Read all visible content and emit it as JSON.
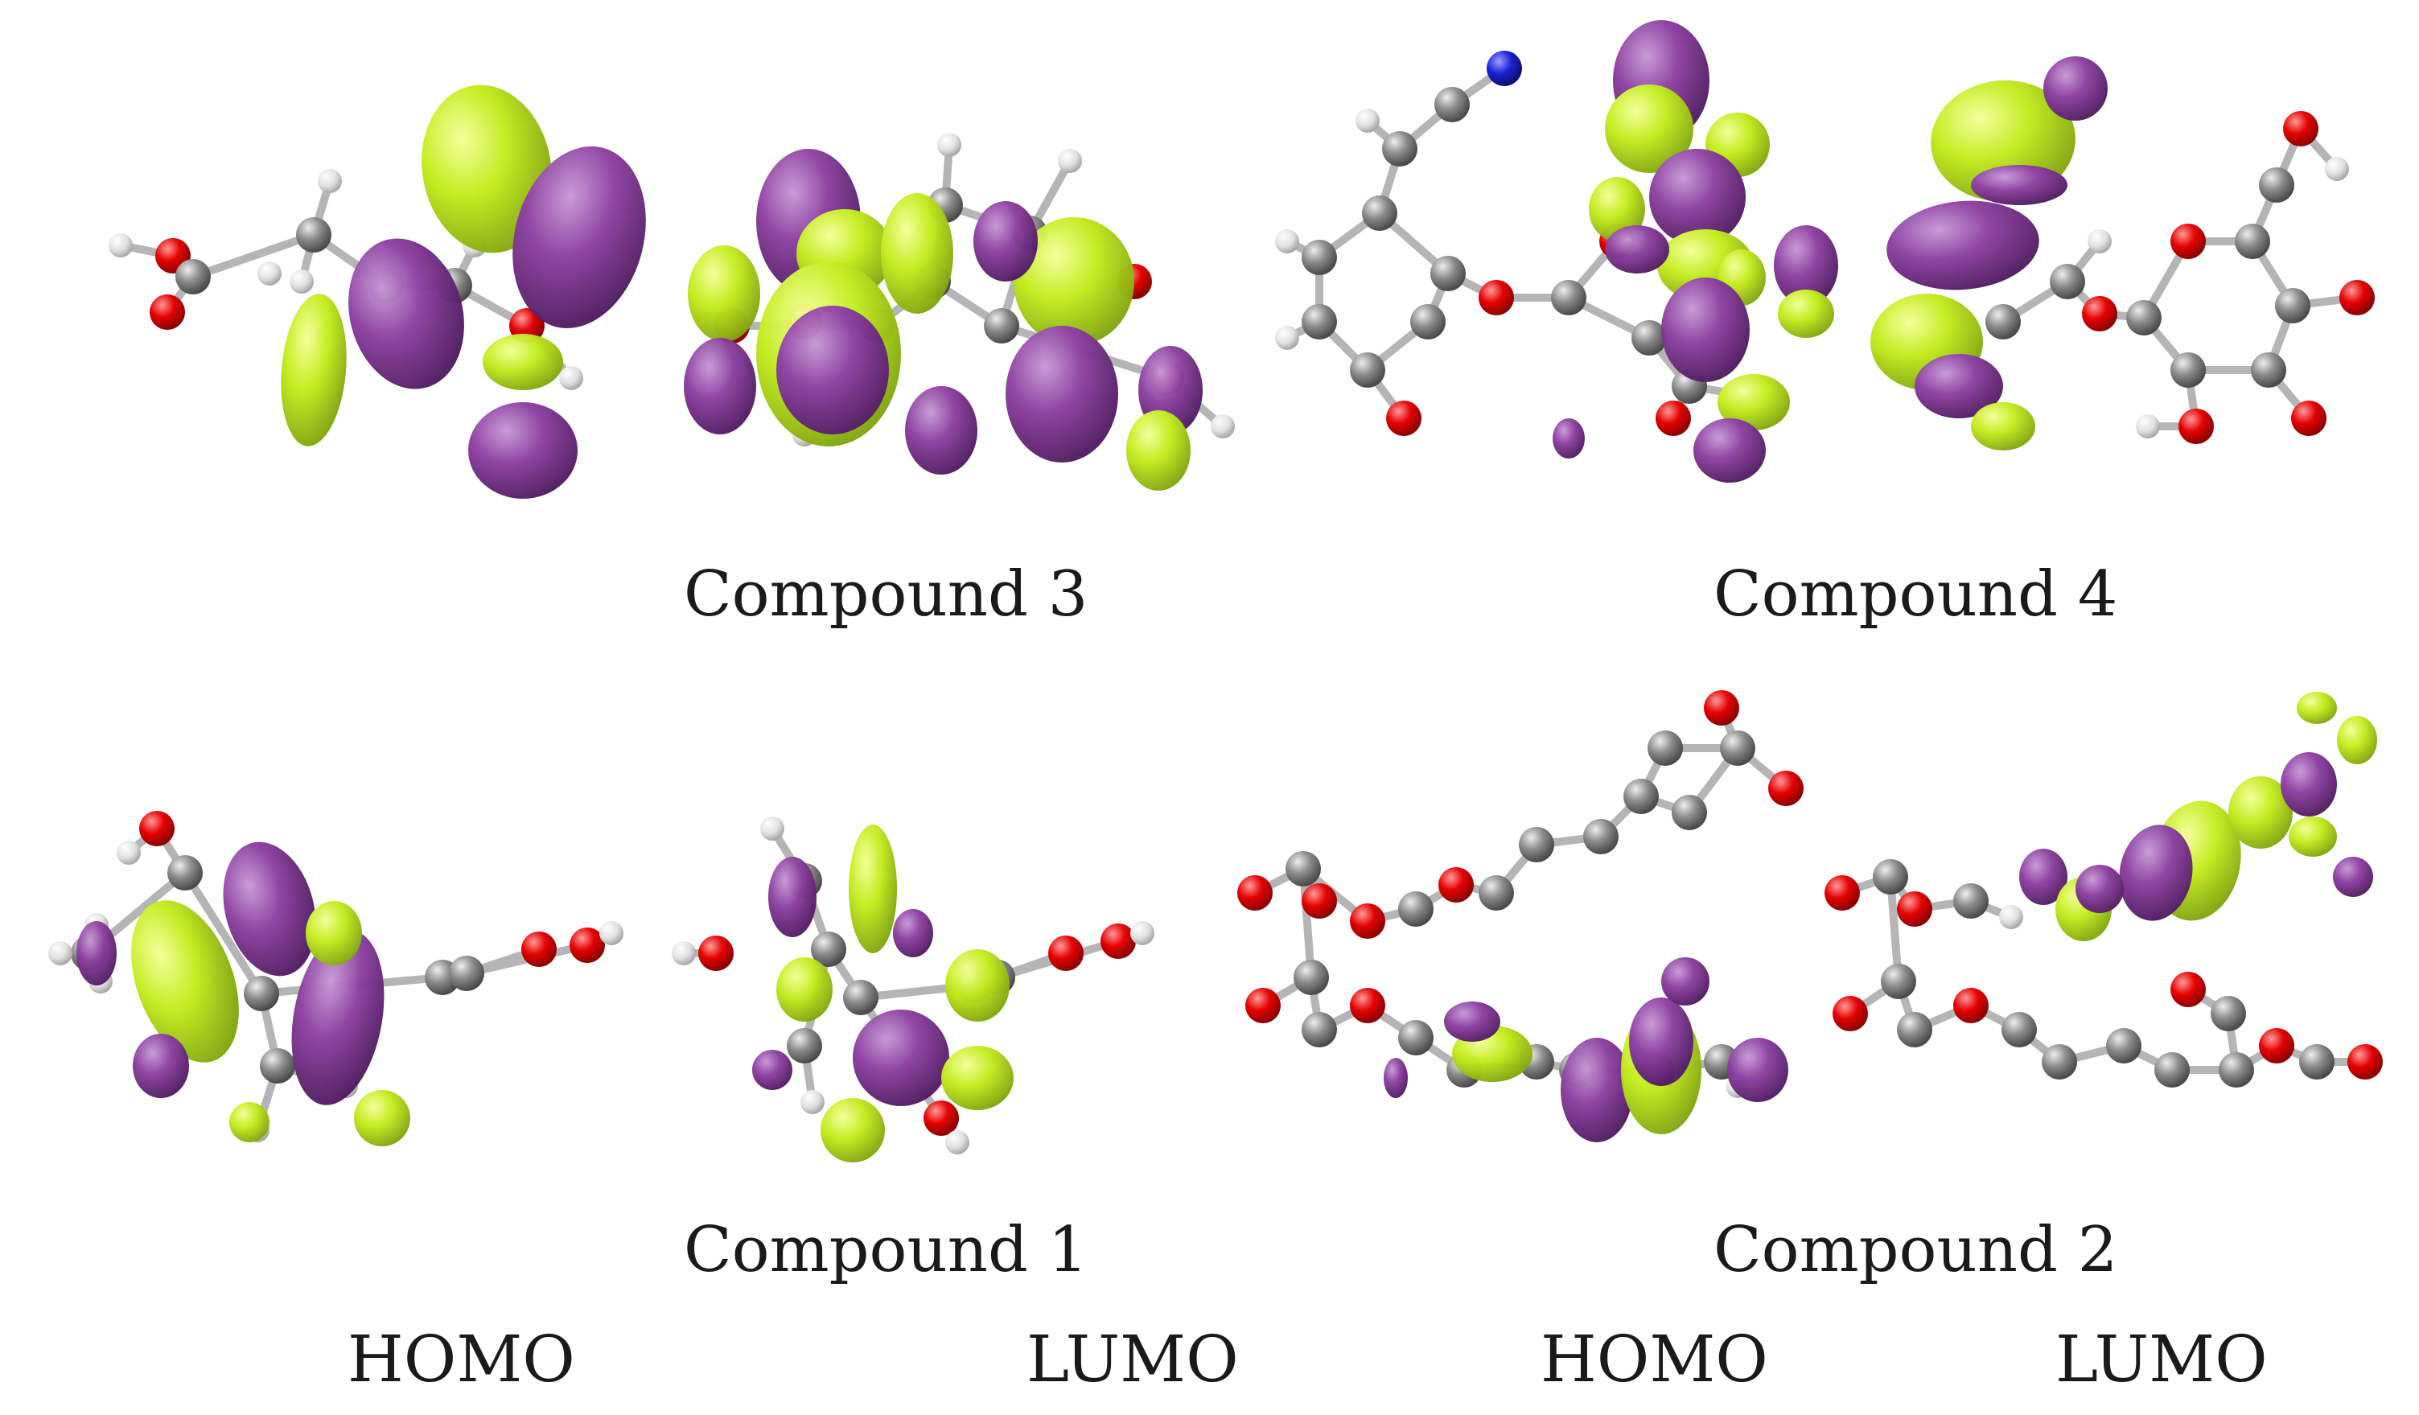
{
  "labels": {
    "compound_3": "Compound 3",
    "compound_4": "Compound 4",
    "compound_1": "Compound 1",
    "compound_2": "Compound 2",
    "homo_1": "HOMO",
    "lumo_1": "LUMO",
    "homo_2": "HOMO",
    "lumo_2": "LUMO"
  },
  "colors": {
    "background": "#ffffff",
    "lobe_positive": "#c4ec1c",
    "lobe_negative": "#8c3fa0",
    "carbon_atom": "#8a8a8a",
    "hydrogen_atom": "#e6e6e6",
    "oxygen_atom": "#e60000",
    "nitrogen_atom": "#1a23d6",
    "bond": "#b0b0b0"
  },
  "panels": [
    {
      "compound": "Compound 3",
      "orbital": "HOMO"
    },
    {
      "compound": "Compound 3",
      "orbital": "LUMO"
    },
    {
      "compound": "Compound 4",
      "orbital": "HOMO"
    },
    {
      "compound": "Compound 4",
      "orbital": "LUMO"
    },
    {
      "compound": "Compound 1",
      "orbital": "HOMO"
    },
    {
      "compound": "Compound 1",
      "orbital": "LUMO"
    },
    {
      "compound": "Compound 2",
      "orbital": "HOMO"
    },
    {
      "compound": "Compound 2",
      "orbital": "LUMO"
    }
  ]
}
